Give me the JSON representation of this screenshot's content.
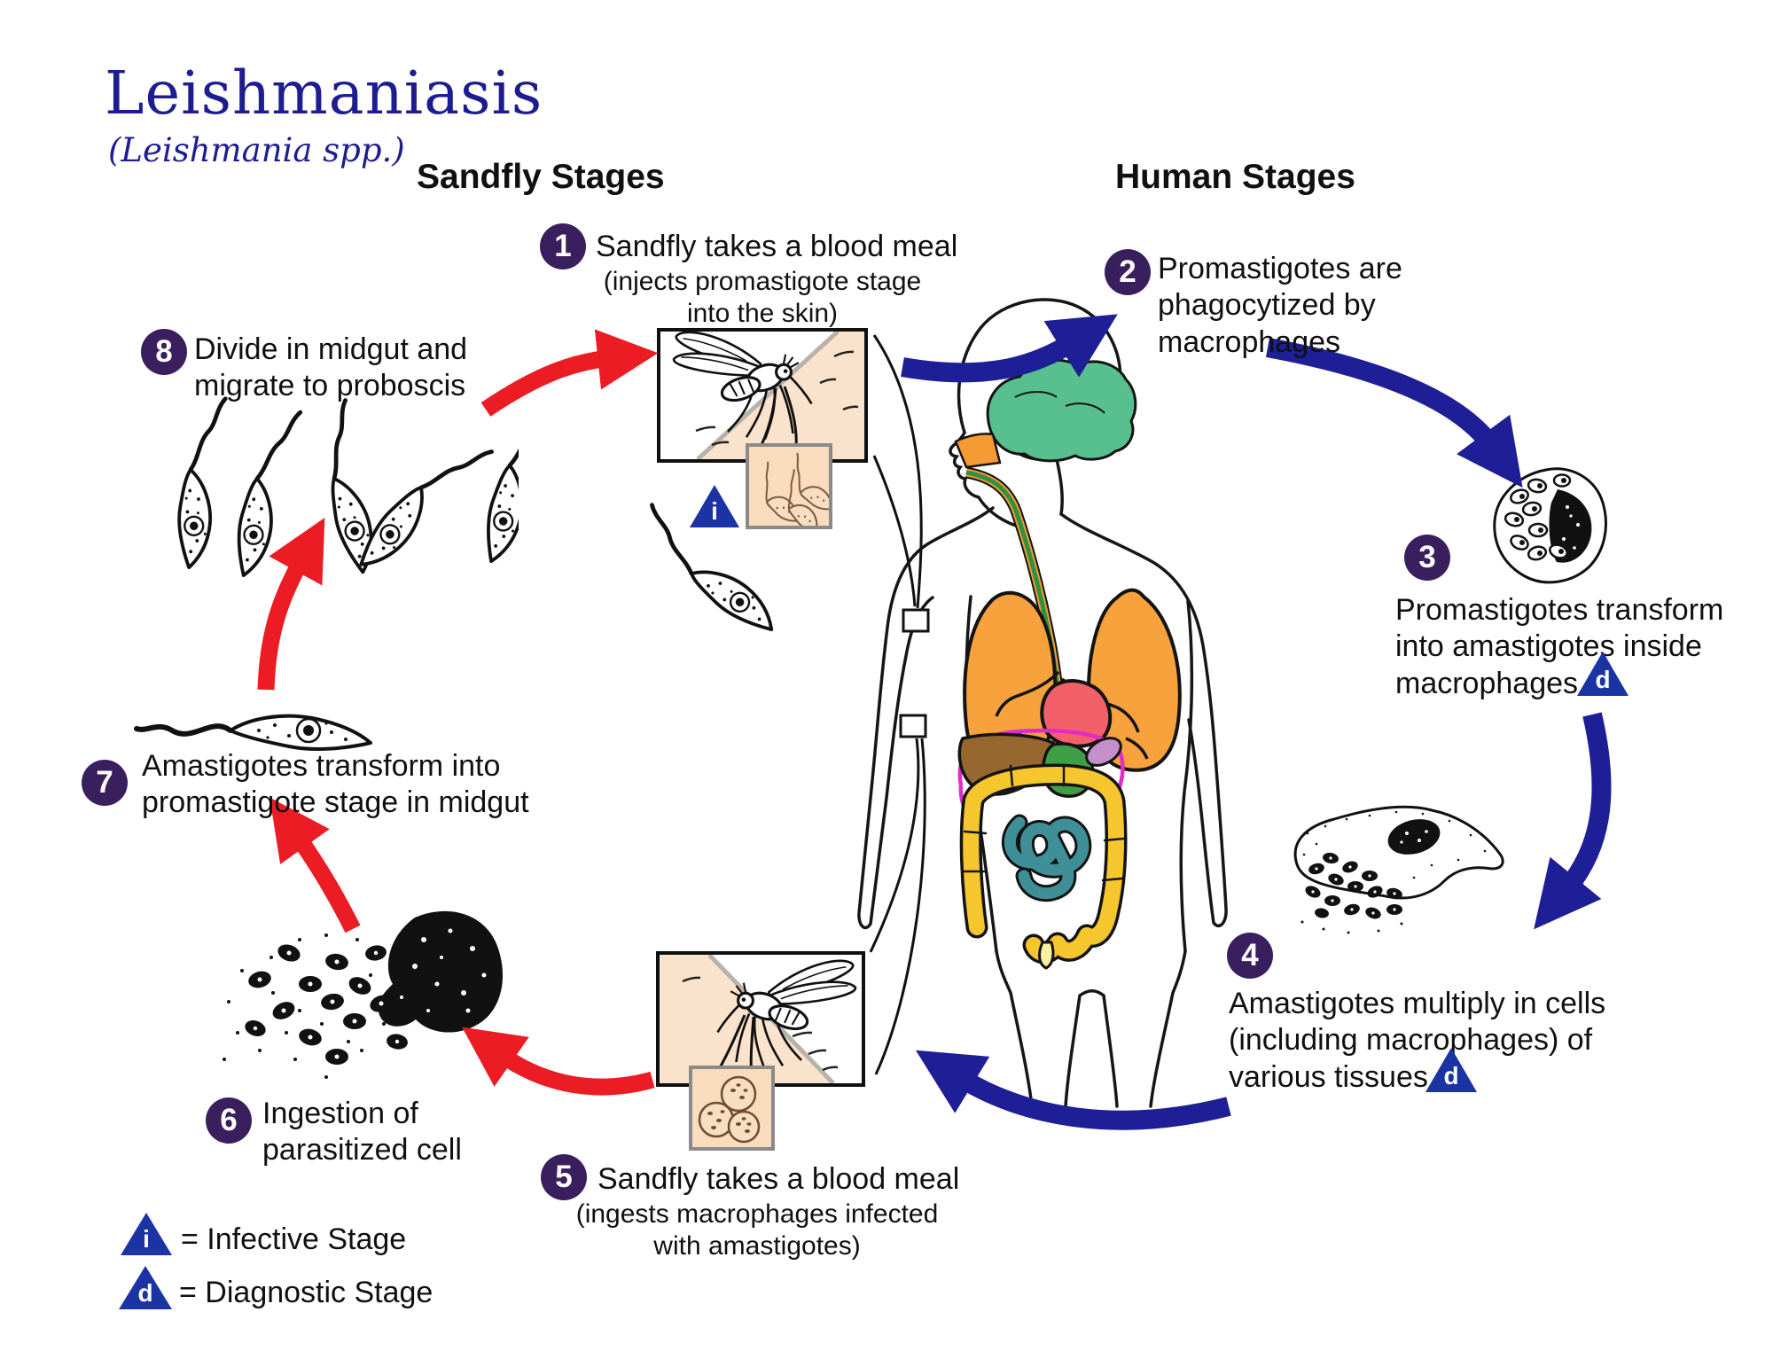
{
  "title": "Leishmaniasis",
  "subtitle": "(Leishmania spp.)",
  "headings": {
    "sandfly": "Sandfly Stages",
    "human": "Human Stages"
  },
  "steps": [
    {
      "num": "1",
      "text": "Sandfly takes a blood meal",
      "sub": "(injects promastigote stage\ninto the skin)"
    },
    {
      "num": "2",
      "text": "Promastigotes are\nphagocytized by\nmacrophages"
    },
    {
      "num": "3",
      "text": "Promastigotes transform\ninto amastigotes inside\nmacrophages",
      "marker": "d"
    },
    {
      "num": "4",
      "text": "Amastigotes multiply in cells\n(including macrophages) of\nvarious tissues",
      "marker": "d"
    },
    {
      "num": "5",
      "text": "Sandfly takes a blood meal",
      "sub": "(ingests macrophages infected\nwith amastigotes)"
    },
    {
      "num": "6",
      "text": "Ingestion of\nparasitized cell"
    },
    {
      "num": "7",
      "text": "Amastigotes transform into\npromastigote stage in midgut"
    },
    {
      "num": "8",
      "text": "Divide in midgut and\nmigrate to proboscis"
    }
  ],
  "markers": {
    "infective": "i",
    "diagnostic": "d"
  },
  "legend": [
    {
      "symbol": "i",
      "label": "= Infective Stage"
    },
    {
      "symbol": "d",
      "label": "= Diagnostic Stage"
    }
  ],
  "colors": {
    "title_blue": "#1d1d91",
    "step_circle_purple": "#3a1f5e",
    "red_arrow": "#ec1c24",
    "navy_arrow": "#1e1e96",
    "triangle_blue": "#1b33a3",
    "skin_peach": "#fae3cd"
  }
}
